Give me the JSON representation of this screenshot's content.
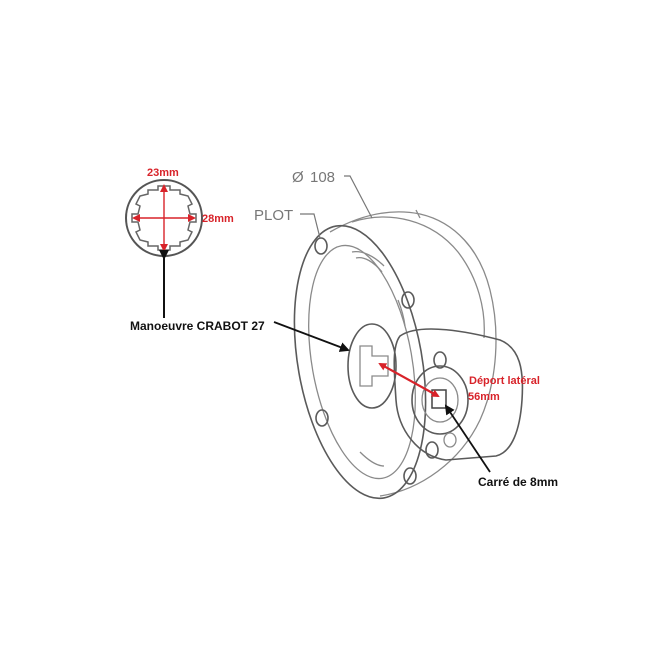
{
  "labels": {
    "small_diameter": "23mm",
    "large_diameter": "28mm",
    "diameter_symbol": "Ø",
    "diameter_value": "108",
    "plot": "PLOT",
    "crabot": "Manoeuvre CRABOT 27",
    "deport_line1": "Déport latéral",
    "deport_line2": "56mm",
    "carre": "Carré de 8mm"
  },
  "colors": {
    "dimension_red": "#d8232a",
    "drawing_gray": "#8a8a8a",
    "text_black": "#111111"
  }
}
